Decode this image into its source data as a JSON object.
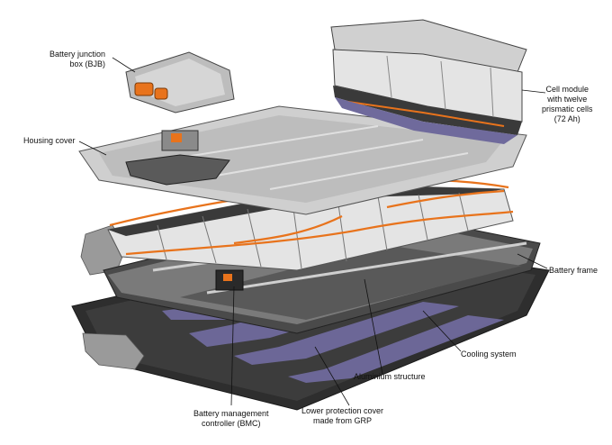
{
  "labels": {
    "bjb": [
      "Battery junction",
      "box (BJB)"
    ],
    "housing_cover": [
      "Housing cover"
    ],
    "cell_module": [
      "Cell module",
      "with twelve",
      "prismatic cells",
      "(72 Ah)"
    ],
    "battery_frame": [
      "Battery frame"
    ],
    "cooling_system": [
      "Cooling system"
    ],
    "aluminium_structure": [
      "Aluminium structure"
    ],
    "lower_cover": [
      "Lower protection cover",
      "made from GRP"
    ],
    "bmc": [
      "Battery management",
      "controller (BMC)"
    ]
  },
  "colors": {
    "accent_orange": "#e8731c",
    "cooling_blue": "#6f6a9c",
    "housing_grey": "#c9c9c9",
    "cell_light": "#e4e4e4",
    "dark_structure": "#3a3a3a"
  }
}
